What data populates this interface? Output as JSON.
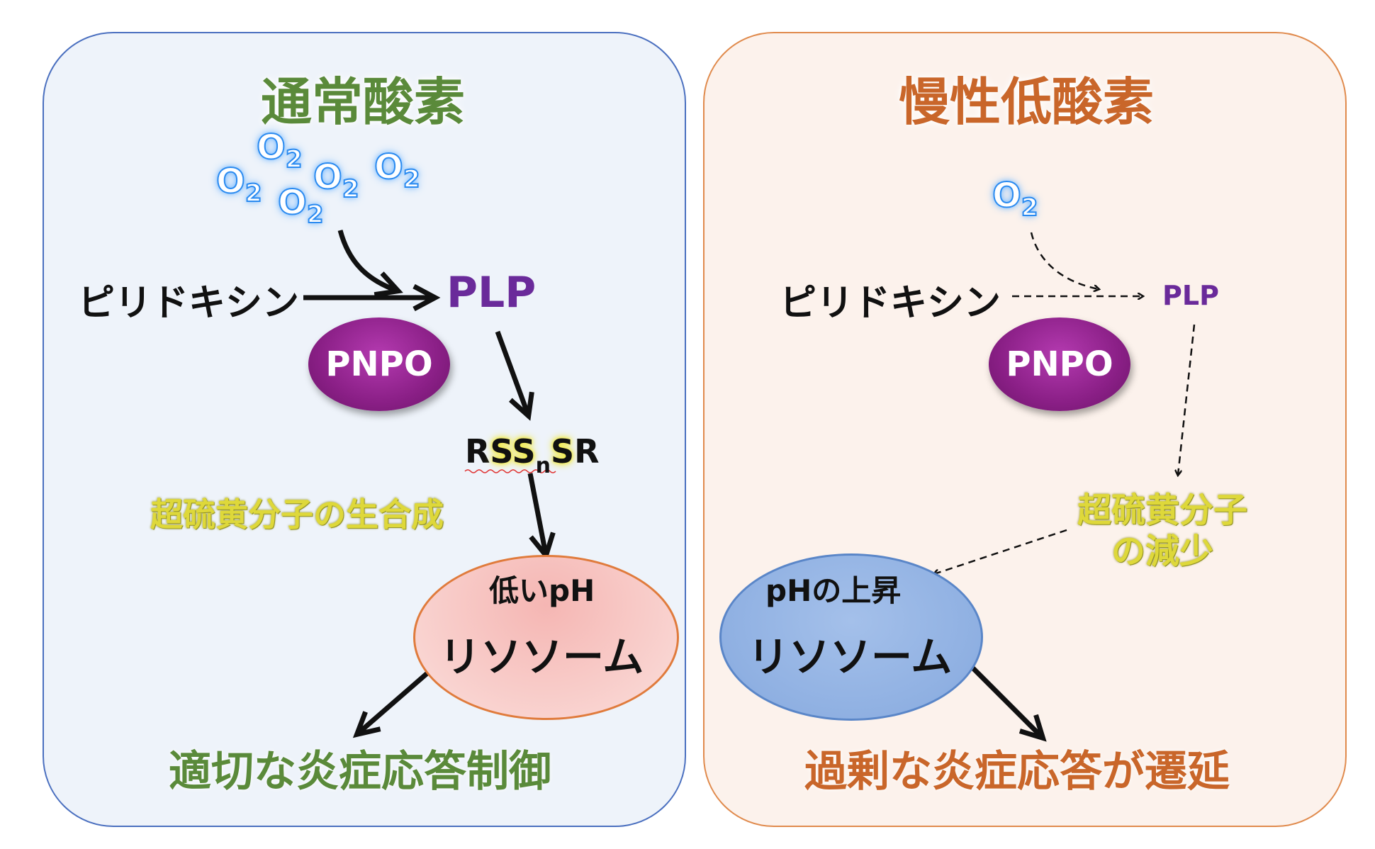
{
  "left": {
    "title": "通常酸素",
    "o2_labels": [
      "O",
      "O",
      "O",
      "O",
      "O"
    ],
    "o2_sub": "2",
    "pyridoxine": "ピリドキシン",
    "plp": "PLP",
    "enzyme": "PNPO",
    "rss_parts": [
      "R",
      "SS",
      "n",
      "S",
      "R"
    ],
    "supersulfide": "超硫黄分子の生合成",
    "ph_label": "低いpH",
    "lysosome": "リソソーム",
    "outcome": "適切な炎症応答制御"
  },
  "right": {
    "title": "慢性低酸素",
    "o2_label": "O",
    "o2_sub": "2",
    "pyridoxine": "ピリドキシン",
    "plp": "PLP",
    "enzyme": "PNPO",
    "supersulfide_line1": "超硫黄分子",
    "supersulfide_line2": "の減少",
    "ph_label": "pHの上昇",
    "lysosome": "リソソーム",
    "outcome": "過剰な炎症応答が遷延"
  },
  "colors": {
    "left_panel_bg": "#eef3fa",
    "right_panel_bg": "#fcf2ec",
    "green_text": "#5a8a3a",
    "orange_text": "#c9662a",
    "purple": "#6a2a9a",
    "yellow_text": "#ded83a"
  }
}
